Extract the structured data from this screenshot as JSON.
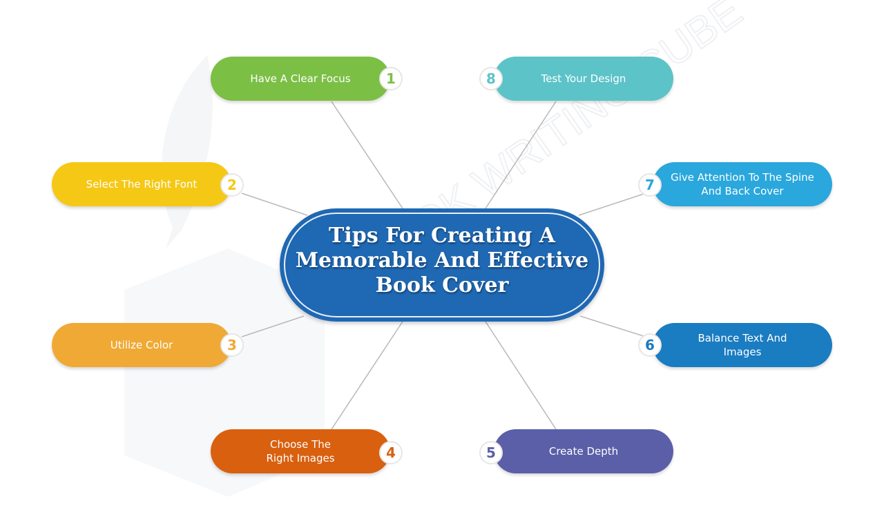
{
  "watermark": "BOOK WRITING CUBE",
  "center": {
    "title": "Tips For Creating A Memorable And Effective Book Cover",
    "color": "#1f68b3"
  },
  "tips": [
    {
      "number": "1",
      "label": "Have A Clear Focus",
      "color": "#7cbf45"
    },
    {
      "number": "2",
      "label": "Select The Right Font",
      "color": "#f5c815"
    },
    {
      "number": "3",
      "label": "Utilize Color",
      "color": "#f0a935"
    },
    {
      "number": "4",
      "label": "Choose The Right Images",
      "color": "#d9600f"
    },
    {
      "number": "5",
      "label": "Create Depth",
      "color": "#5a5fa8"
    },
    {
      "number": "6",
      "label": "Balance Text And Images",
      "color": "#1a7cc1"
    },
    {
      "number": "7",
      "label": "Give Attention To The Spine And Back Cover",
      "color": "#2aa7dc"
    },
    {
      "number": "8",
      "label": "Test Your Design",
      "color": "#5cc3c8"
    }
  ]
}
